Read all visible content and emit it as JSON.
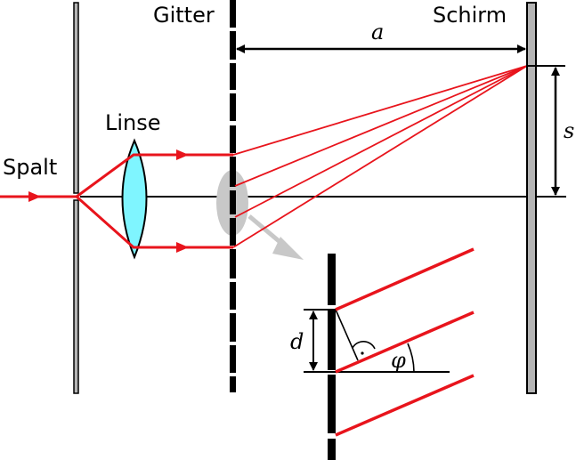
{
  "diagram": {
    "type": "optics-setup",
    "description": "Diffraction grating experiment: slit, lens, grating, screen",
    "labels": {
      "slit": "Spalt",
      "lens": "Linse",
      "grating": "Gitter",
      "screen": "Schirm",
      "distance_grating_screen": "a",
      "screen_offset": "s",
      "grating_constant": "d",
      "angle": "φ",
      "right_angle_mark": "·"
    },
    "colors": {
      "ray": "#e8141c",
      "lens_fill": "#7ff5ff",
      "plate_fill": "#b4b4b4",
      "magnifier": "#c8c8c8",
      "line": "#000000"
    },
    "components": [
      {
        "id": "slit",
        "label": "Spalt"
      },
      {
        "id": "lens",
        "label": "Linse"
      },
      {
        "id": "grating",
        "label": "Gitter"
      },
      {
        "id": "screen",
        "label": "Schirm"
      }
    ],
    "ray_count_to_screen": 4,
    "inset_ray_count": 3
  }
}
